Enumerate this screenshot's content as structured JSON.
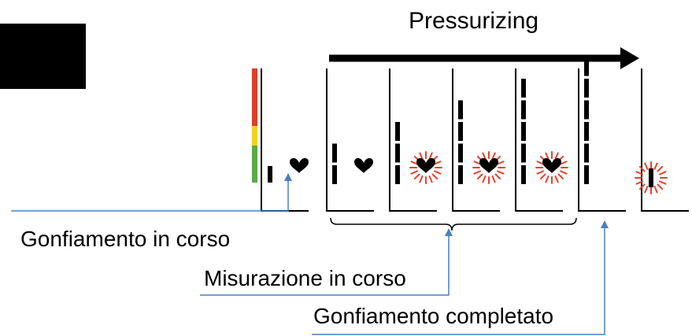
{
  "title": "Pressurizing",
  "labels": {
    "inflating": "Gonfiamento in corso",
    "measuring": "Misurazione in corso",
    "inflation_complete": "Gonfiamento completato"
  },
  "colors": {
    "line": "#000000",
    "leader": "#4a7fc1",
    "pulse": "#e8402e",
    "scale_red": "#e03c2a",
    "scale_yellow": "#f2d21e",
    "scale_green": "#5aaa46"
  },
  "icons": [
    "heart-icon",
    "pulse-rays-icon"
  ],
  "stages": [
    {
      "bars": 1,
      "heart": "plain"
    },
    {
      "bars": 2,
      "heart": "plain"
    },
    {
      "bars": 3,
      "heart": "pulsing"
    },
    {
      "bars": 4,
      "heart": "pulsing"
    },
    {
      "bars": 5,
      "heart": "pulsing"
    },
    {
      "bars": 6,
      "heart": "none"
    },
    {
      "bars": 1,
      "heart": "pulsing-bar"
    }
  ]
}
